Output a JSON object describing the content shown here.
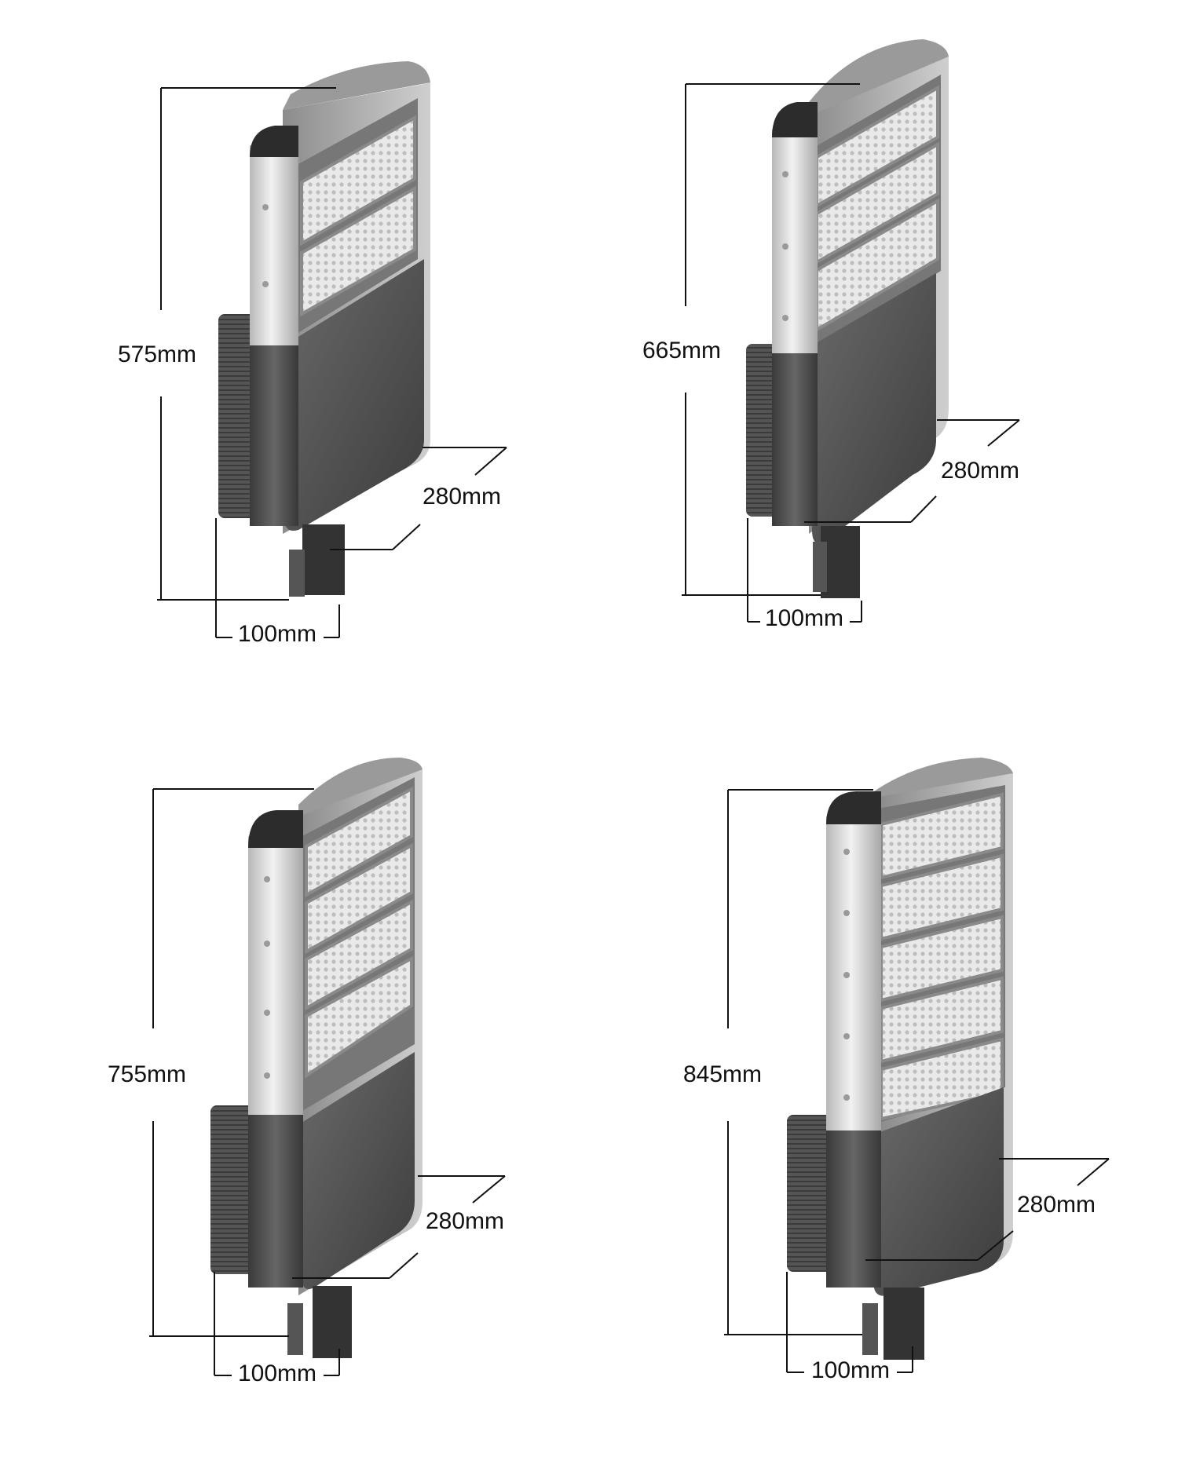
{
  "products": [
    {
      "height_label": "575mm",
      "width_label": "280mm",
      "arm_label": "100mm",
      "module_count": 2
    },
    {
      "height_label": "665mm",
      "width_label": "280mm",
      "arm_label": "100mm",
      "module_count": 3
    },
    {
      "height_label": "755mm",
      "width_label": "280mm",
      "arm_label": "100mm",
      "module_count": 4
    },
    {
      "height_label": "845mm",
      "width_label": "280mm",
      "arm_label": "100mm",
      "module_count": 5
    }
  ],
  "colors": {
    "background": "#ffffff",
    "housing_dark": "#4a4a4a",
    "housing_light": "#d8d8d8",
    "cap": "#2e2e2e",
    "led_panel": "#e6e6e6",
    "dimension_line": "#111111"
  }
}
